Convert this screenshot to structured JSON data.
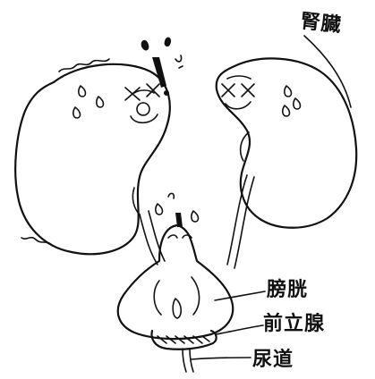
{
  "labels": {
    "kidney": "腎臓",
    "bladder": "膀胱",
    "prostate": "前立腺",
    "urethra": "尿道"
  },
  "colors": {
    "ink": "#111111",
    "background": "#ffffff"
  }
}
